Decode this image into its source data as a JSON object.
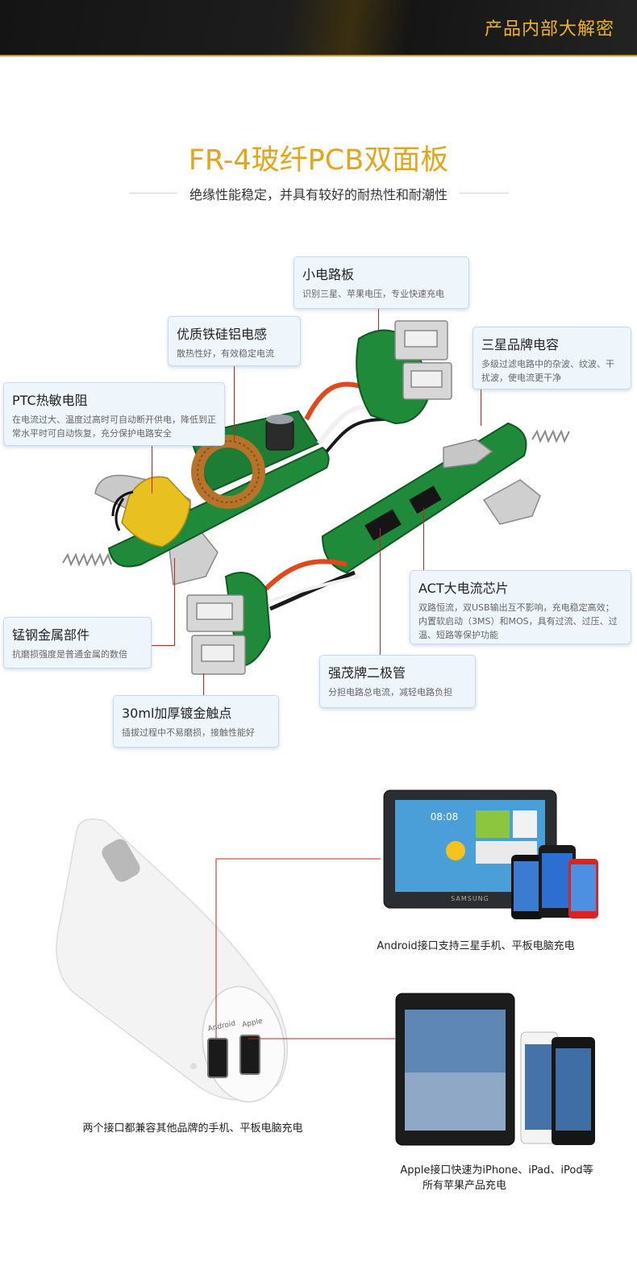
{
  "header": {
    "title": "产品内部大解密"
  },
  "section": {
    "title": "FR-4玻纤PCB双面板",
    "subtitle": "绝缘性能稳定，并具有较好的耐热性和耐潮性"
  },
  "callouts": {
    "small_board": {
      "title": "小电路板",
      "desc": "识别三星、苹果电压，专业快速充电"
    },
    "inductor": {
      "title": "优质铁硅铝电感",
      "desc": "散热性好，有效稳定电流"
    },
    "capacitor": {
      "title": "三星品牌电容",
      "desc": "多级过滤电路中的杂波、纹波、干扰波，使电流更干净"
    },
    "ptc": {
      "title": "PTC热敏电阻",
      "desc": "在电流过大、温度过高时可自动断开供电，降低到正常水平时可自动恢复，充分保护电路安全"
    },
    "act_chip": {
      "title": "ACT大电流芯片",
      "desc": "双路恒流，双USB输出互不影响，充电稳定高效；内置软启动（3MS）和MOS，具有过流、过压、过温、短路等保护功能"
    },
    "manganese": {
      "title": "锰钢金属部件",
      "desc": "抗磨损强度是普通金属的数倍"
    },
    "diode": {
      "title": "强茂牌二极管",
      "desc": "分担电路总电流，减轻电路负担"
    },
    "gold_contact": {
      "title": "30ml加厚镀金触点",
      "desc": "插拔过程中不易磨损，接触性能好"
    }
  },
  "devices": {
    "tablet_clock": "08:08",
    "samsung_brand": "SAMSUNG",
    "port_android": "Android",
    "port_apple": "Apple"
  },
  "captions": {
    "android": "Android接口支持三星手机、平板电脑充电",
    "both": "两个接口都兼容其他品牌的手机、平板电脑充电",
    "apple_line1": "Apple接口快速为iPhone、iPad、iPod等",
    "apple_line2": "所有苹果产品充电"
  },
  "colors": {
    "accent": "#e5a51a",
    "leader_line": "#cc1f1f",
    "callout_bg": "#eef6fb"
  }
}
